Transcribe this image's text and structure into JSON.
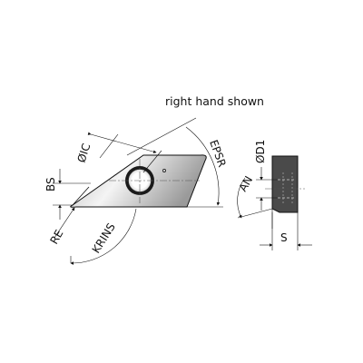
{
  "caption": "right hand shown",
  "labels": {
    "bs": "BS",
    "re": "RE",
    "krins": "KRINS",
    "ic": "ØIC",
    "epsr": "EPSR",
    "an": "AN",
    "d1": "ØD1",
    "s": "S"
  },
  "colors": {
    "insert_face_light": "#f2f2f2",
    "insert_face_dark": "#bfbfbf",
    "side_view_fill": "#4a4a4a",
    "line": "#111111",
    "centerline": "#555555"
  }
}
